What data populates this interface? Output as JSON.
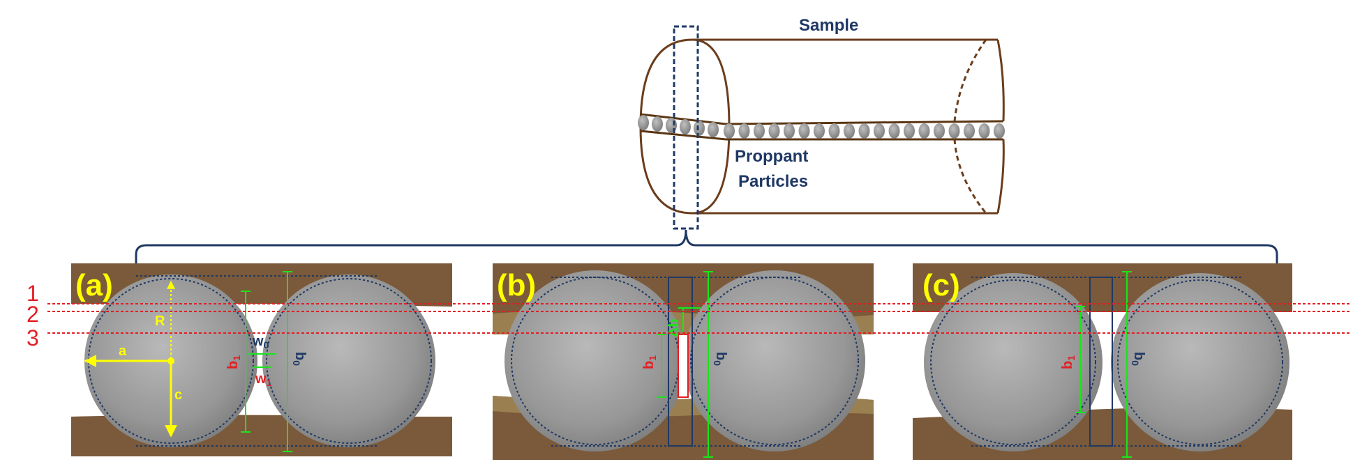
{
  "sample_label": "Sample",
  "proppant_label_line1": "Proppant",
  "proppant_label_line2": "Particles",
  "levels": [
    "1",
    "2",
    "3"
  ],
  "panels": [
    {
      "tag": "(a)",
      "dims": {
        "R": "R",
        "a": "a",
        "c": "c",
        "b1": "b",
        "b1_sub": "1",
        "b0": "b",
        "b0_sub": "0",
        "w0": "w",
        "w0_sub": "0",
        "w1": "w",
        "w1_sub": "1"
      }
    },
    {
      "tag": "(b)",
      "dims": {
        "b1": "b",
        "b1_sub": "1",
        "b0": "b",
        "b0_sub": "0",
        "delta_b": "Δb"
      }
    },
    {
      "tag": "(c)",
      "dims": {
        "b1": "b",
        "b1_sub": "1",
        "b0": "b",
        "b0_sub": "0"
      }
    }
  ],
  "colors": {
    "rock": "#7a5a3a",
    "rock_outline": "#5a3f25",
    "sphere": "#9a9a9a",
    "navy": "#1f3864",
    "guide_red": "#e31e24",
    "label_yellow": "#ffff00",
    "dim_green": "#19e619"
  }
}
